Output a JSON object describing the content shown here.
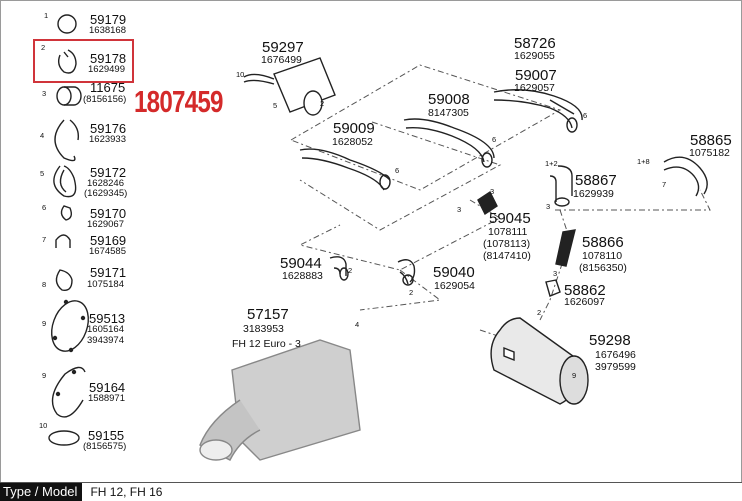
{
  "highlight_reference": "1807459",
  "left_parts": [
    {
      "index": "1",
      "part": "59179",
      "refs": [
        "1638168"
      ]
    },
    {
      "index": "2",
      "part": "59178",
      "refs": [
        "1629499"
      ]
    },
    {
      "index": "3",
      "part": "11675",
      "refs": [
        "(8156156)"
      ]
    },
    {
      "index": "4",
      "part": "59176",
      "refs": [
        "1623933"
      ]
    },
    {
      "index": "5",
      "part": "59172",
      "refs": [
        "1628246",
        "(1629345)"
      ]
    },
    {
      "index": "6",
      "part": "59170",
      "refs": [
        "1629067"
      ]
    },
    {
      "index": "7",
      "part": "59169",
      "refs": [
        "1674585"
      ]
    },
    {
      "index": "8",
      "part": "59171",
      "refs": [
        "1075184"
      ]
    },
    {
      "index": "9",
      "part": "59513",
      "refs": [
        "1605164",
        "3943974"
      ]
    },
    {
      "index": "9",
      "part": "59164",
      "refs": [
        "1588971"
      ]
    },
    {
      "index": "10",
      "part": "59155",
      "refs": [
        "(8156575)"
      ]
    }
  ],
  "diagram_parts": {
    "p59297": {
      "part": "59297",
      "refs": [
        "1676499"
      ]
    },
    "p59009": {
      "part": "59009",
      "refs": [
        "1628052"
      ]
    },
    "p59008": {
      "part": "59008",
      "refs": [
        "8147305"
      ]
    },
    "p58726": {
      "part": "58726",
      "refs": [
        "1629055"
      ]
    },
    "p59007": {
      "part": "59007",
      "refs": [
        "1629057"
      ]
    },
    "p58865": {
      "part": "58865",
      "refs": [
        "1075182"
      ]
    },
    "p58867": {
      "part": "58867",
      "refs": [
        "1629939"
      ]
    },
    "p59045": {
      "part": "59045",
      "refs": [
        "1078111",
        "(1078113)",
        "(8147410)"
      ]
    },
    "p58866": {
      "part": "58866",
      "refs": [
        "1078110",
        "(8156350)"
      ]
    },
    "p59044": {
      "part": "59044",
      "refs": [
        "1628883"
      ]
    },
    "p59040": {
      "part": "59040",
      "refs": [
        "1629054"
      ]
    },
    "p58862": {
      "part": "58862",
      "refs": [
        "1626097"
      ]
    },
    "p59298": {
      "part": "59298",
      "refs": [
        "1676496",
        "3979599"
      ]
    },
    "p57157": {
      "part": "57157",
      "refs": [
        "3183953",
        "FH 12 Euro - 3"
      ]
    }
  },
  "callouts": {
    "c10": "10",
    "c5": "5",
    "c2a": "2",
    "c6a": "6",
    "c6b": "6",
    "c6c": "6",
    "c18": "1+8",
    "c7": "7",
    "c12": "1+2",
    "c3a": "3",
    "c3b": "3",
    "c3c": "3",
    "c2b": "2",
    "c2c": "2",
    "c3d": "3",
    "c2d": "2",
    "c9": "9",
    "c4": "4"
  },
  "footer": {
    "label": "Type / Model",
    "value": "FH 12, FH 16"
  }
}
